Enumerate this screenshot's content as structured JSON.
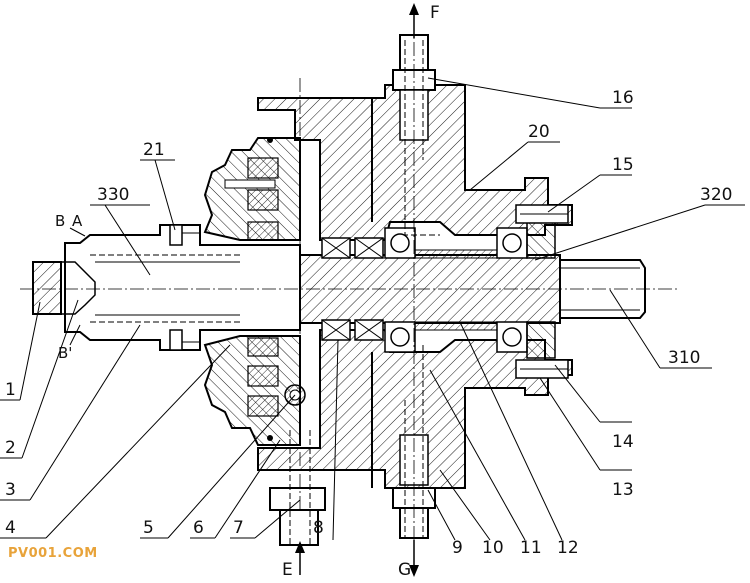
{
  "part_labels": {
    "p1": "1",
    "p2": "2",
    "p3": "3",
    "p4": "4",
    "p5": "5",
    "p6": "6",
    "p7": "7",
    "p8": "8",
    "p9": "9",
    "p10": "10",
    "p11": "11",
    "p12": "12",
    "p13": "13",
    "p14": "14",
    "p15": "15",
    "p16": "16",
    "p20": "20",
    "p21": "21",
    "p310": "310",
    "p320": "320",
    "p330": "330"
  },
  "section_labels": {
    "B": "B",
    "A": "A",
    "B_prime": "B'"
  },
  "port_labels": {
    "E": "E",
    "F": "F",
    "G": "G"
  },
  "watermark": "PV001.COM"
}
